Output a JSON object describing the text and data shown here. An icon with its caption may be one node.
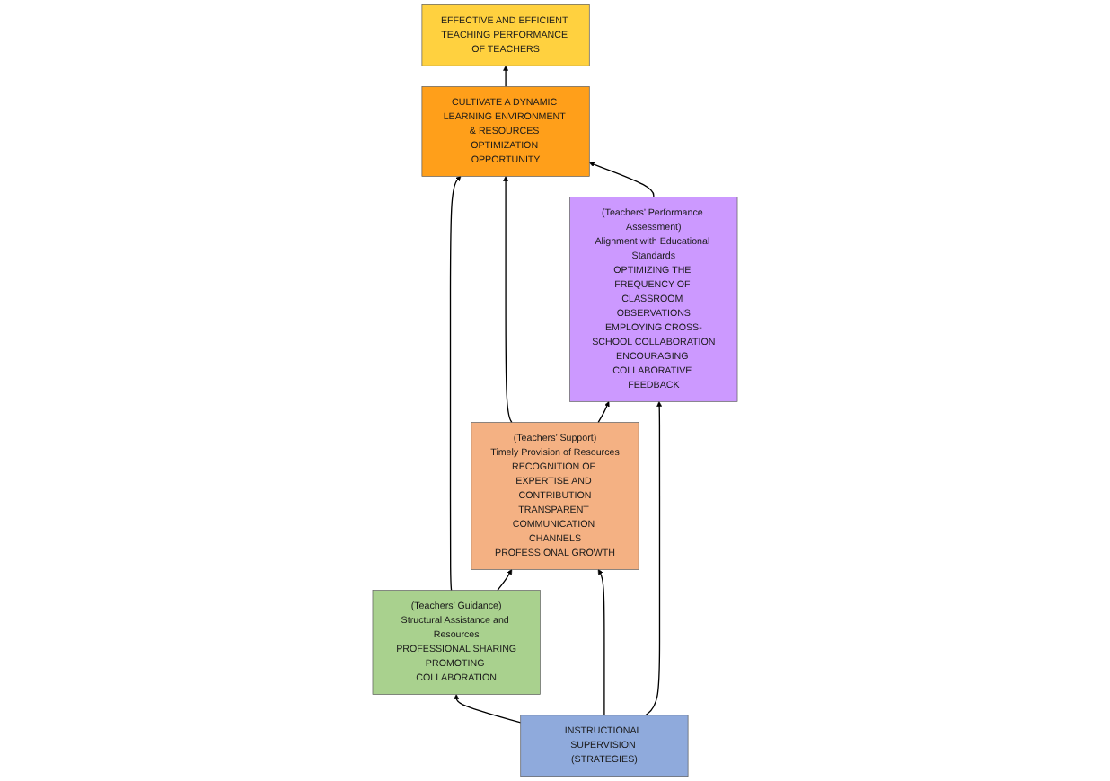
{
  "diagram": {
    "nodes": [
      {
        "text": [
          "EFFECTIVE AND EFFICIENT TEACHING PERFORMANCE OF TEACHERS"
        ]
      },
      {
        "text": [
          "CULTIVATE A DYNAMIC LEARNING ENVIRONMENT & RESOURCES OPTIMIZATION OPPORTUNITY"
        ]
      },
      {
        "text": [
          "(Teachers’ Guidance)",
          "Structural Assistance and Resources",
          "PROFESSIONAL SHARING",
          "PROMOTING COLLABORATION"
        ]
      },
      {
        "text": [
          "(Teachers’ Support)",
          "Timely Provision of Resources",
          "RECOGNITION OF EXPERTISE AND CONTRIBUTION",
          "TRANSPARENT COMMUNICATION CHANNELS",
          "PROFESSIONAL GROWTH"
        ]
      },
      {
        "text": [
          "(Teachers’ Performance Assessment)",
          "Alignment with Educational Standards",
          "OPTIMIZING THE FREQUENCY OF CLASSROOM OBSERVATIONS",
          "EMPLOYING CROSS-SCHOOL COLLABORATION",
          "ENCOURAGING COLLABORATIVE FEEDBACK"
        ]
      },
      {
        "text": [
          "INSTRUCTIONAL SUPERVISION (STRATEGIES)"
        ]
      }
    ],
    "edges": [
      {
        "from": 1,
        "to": 0,
        "arrow": "to"
      },
      {
        "from": 2,
        "to": 1,
        "arrow": "to"
      },
      {
        "from": 3,
        "to": 1,
        "arrow": "to"
      },
      {
        "from": 4,
        "to": 1,
        "arrow": "to"
      },
      {
        "from": 2,
        "to": 3,
        "arrow": "to"
      },
      {
        "from": 3,
        "to": 4,
        "arrow": "to"
      },
      {
        "from": 5,
        "to": 2,
        "arrow": "to"
      },
      {
        "from": 5,
        "to": 3,
        "arrow": "to"
      },
      {
        "from": 5,
        "to": 4,
        "arrow": "to"
      }
    ]
  }
}
